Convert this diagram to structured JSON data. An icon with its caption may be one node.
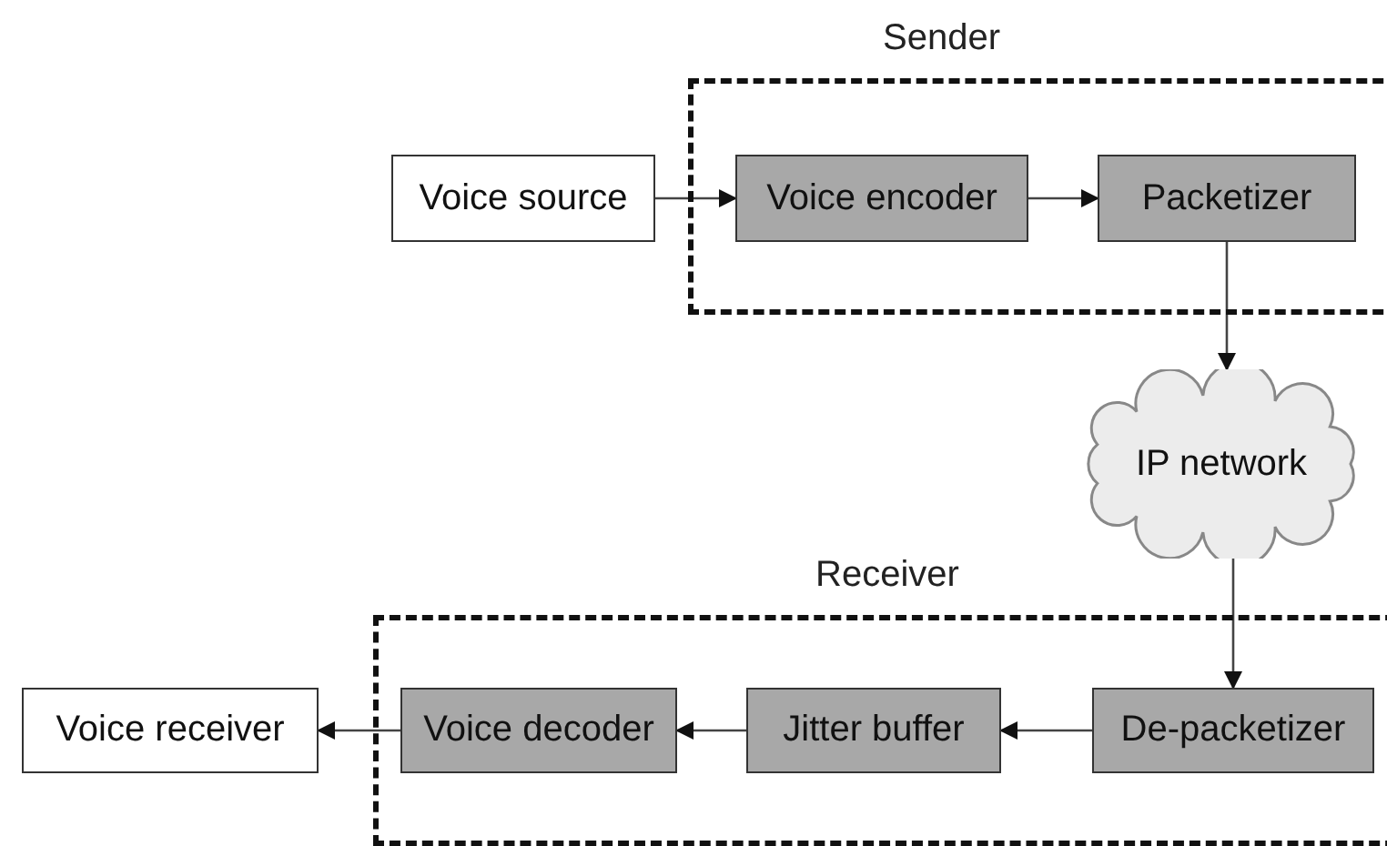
{
  "diagram": {
    "nodes": [
      {
        "text": [
          "Sender"
        ]
      },
      {
        "text": [
          "Voice source"
        ]
      },
      {
        "text": [
          "Voice encoder"
        ],
        "in": 0
      },
      {
        "text": [
          "Packetizer"
        ],
        "in": 0
      },
      {
        "text": [
          "IP network"
        ]
      },
      {
        "text": [
          "Receiver"
        ]
      },
      {
        "text": [
          "Voice receiver"
        ]
      },
      {
        "text": [
          "Voice decoder"
        ],
        "in": 5
      },
      {
        "text": [
          "Jitter buffer"
        ],
        "in": 5
      },
      {
        "text": [
          "De-packetizer"
        ],
        "in": 5
      }
    ],
    "edges": [
      {
        "from": 1,
        "to": 2,
        "arrow": "to"
      },
      {
        "from": 2,
        "to": 3,
        "arrow": "to"
      },
      {
        "from": 3,
        "to": 4,
        "arrow": "to"
      },
      {
        "from": 4,
        "to": 9,
        "arrow": "to"
      },
      {
        "from": 9,
        "to": 8,
        "arrow": "to"
      },
      {
        "from": 8,
        "to": 7,
        "arrow": "to"
      },
      {
        "from": 7,
        "to": 6,
        "arrow": "to"
      }
    ]
  }
}
